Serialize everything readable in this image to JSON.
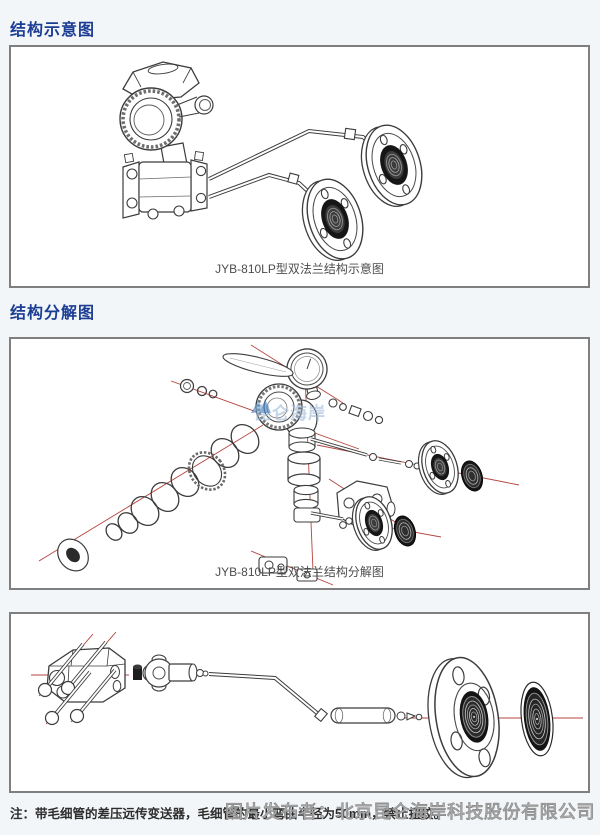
{
  "page": {
    "background": "#f3f6f8"
  },
  "colors": {
    "heading_blue": "#1c3d94",
    "caption_gray": "#4d4d4d",
    "box_border_gray": "#7f7f7f",
    "line_art_ink": "#3c3c3c",
    "axis_line_red": "#b5443e",
    "watermark_logo_blue": "#9db8d8",
    "watermark_text_gray": "#8f8f8f"
  },
  "sections": [
    {
      "heading": "结构示意图",
      "caption": "JYB-810LP型双法兰结构示意图"
    },
    {
      "heading": "结构分解图",
      "caption": "JYB-810LP型双法兰结构分解图"
    },
    {
      "heading": "",
      "caption": ""
    }
  ],
  "watermarks": {
    "logo_text": "昆仑海岸",
    "publisher": "图片发布者：北京昆仑海岸科技股份有限公司"
  },
  "footnote": "注：带毛细管的差压远传变送器，毛细管的最小弯曲半径为50mm，禁止扭绞。"
}
